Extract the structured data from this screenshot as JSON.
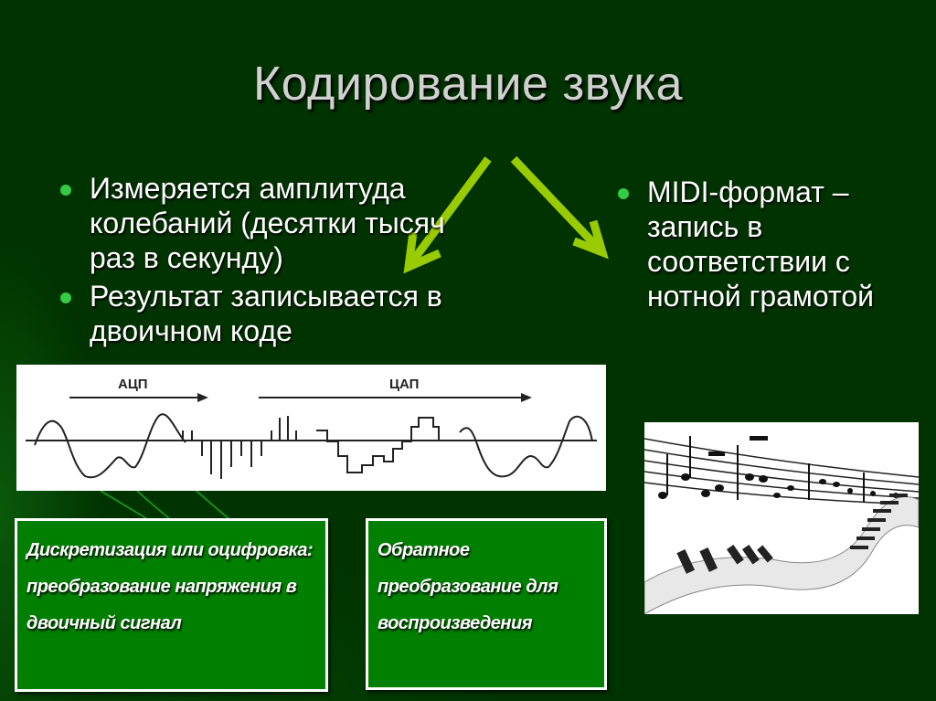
{
  "slide": {
    "title": "Кодирование звука",
    "left_bullets": [
      {
        "text": "Измеряется амплитуда колебаний  (десятки тысяч раз в секунду)"
      },
      {
        "text": "Результат записывается в двоичном коде"
      }
    ],
    "right_bullets": [
      {
        "text": "MIDI-формат – запись в соответствии с нотной грамотой"
      }
    ],
    "diagram": {
      "adc_label": "АЦП",
      "dac_label": "ЦАП"
    },
    "boxes": [
      {
        "text": "Дискретизация или оцифровка: преобразование напряжения в двоичный сигнал"
      },
      {
        "text": "Обратное преобразование для воспроизведения"
      }
    ],
    "images": {
      "music": "sheet-music-piano-keys-image"
    },
    "colors": {
      "background": "#003300",
      "title": "#d0d0d0",
      "bullet_dot": "#33cc44",
      "arrow": "#99cc00",
      "box_fill": "#007f00",
      "box_border": "#ffffff"
    }
  }
}
